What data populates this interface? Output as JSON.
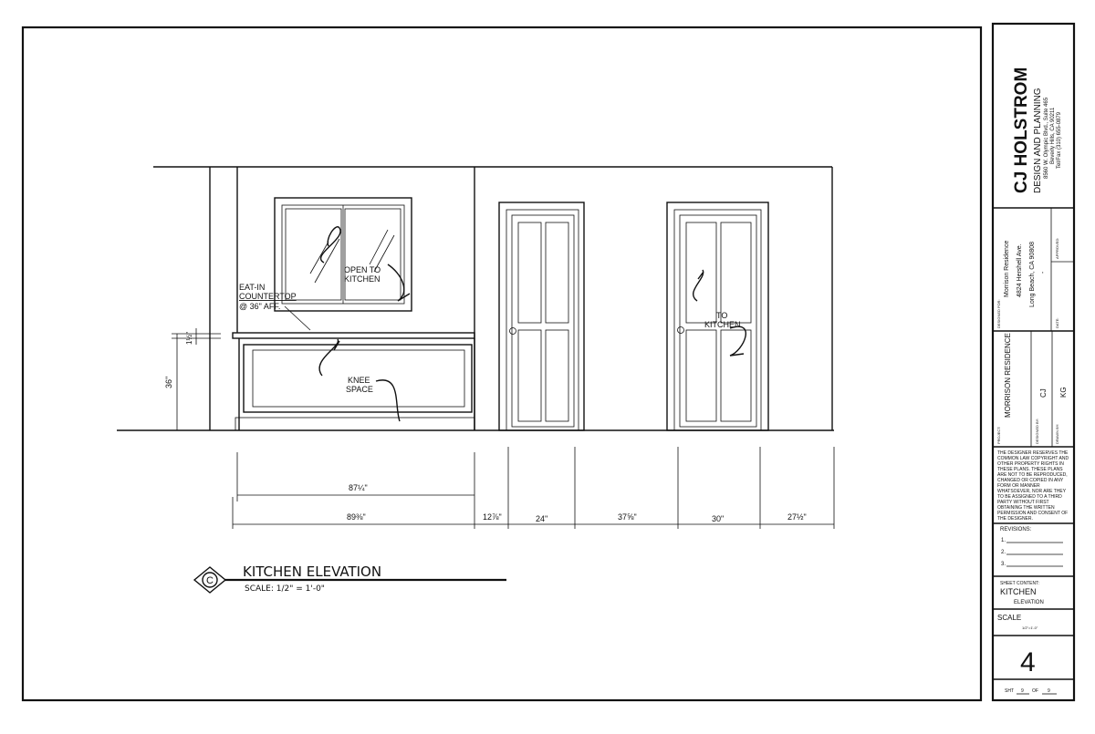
{
  "drawing": {
    "notes": {
      "eat_in_line1": "EAT-IN",
      "eat_in_line2": "COUNTERTOP",
      "eat_in_line3": "@ 36\" AFF.",
      "open_line1": "OPEN TO",
      "open_line2": "KITCHEN",
      "knee_line1": "KNEE",
      "knee_line2": "SPACE",
      "to_line1": "TO",
      "to_line2": "KITCHEN"
    },
    "heights": {
      "counter": "36\"",
      "top": "1½\""
    },
    "upper_dims": [
      "87¼\""
    ],
    "lower_dims": [
      "89⅜\"",
      "12⅞\"",
      "24\"",
      "37⅝\"",
      "30\"",
      "27½\""
    ],
    "detail": {
      "marker": "C",
      "title": "KITCHEN ELEVATION",
      "scale": "SCALE: 1/2\" = 1'-0\""
    }
  },
  "title_block": {
    "company": "CJ HOLSTROM",
    "subtitle": "DESIGN AND PLANNING",
    "address1": "8560 W. Olympic Blvd., Suite 465",
    "address2": "Beverly Hills, CA 90211",
    "phone": "Tel/Fax (310) 655-0879",
    "designed_for_label": "DESIGNED FOR:",
    "client1": "Morrison Residence",
    "client2": "4824 Hershell Ave.",
    "client3": "Long Beach, CA 90808",
    "client4": "-",
    "date_label": "DATE:",
    "approved_label": "APPROVED:",
    "project_label": "PROJECT:",
    "project_name": "MORRISON RESIDENCE",
    "designed_by_label": "DESIGNED BY:",
    "designed_by": "CJ",
    "drawn_by_label": "DRAWN BY:",
    "drawn_by": "KG",
    "legal": [
      "THE DESIGNER RESERVES THE",
      "COMMON LAW COPYRIGHT AND",
      "OTHER PROPERTY RIGHTS IN",
      "THESE PLANS. THESE PLANS",
      "ARE NOT TO BE REPRODUCED,",
      "CHANGED OR COPIED IN ANY",
      "FORM OR MANNER",
      "WHATSOEVER, NOR ARE THEY",
      "TO BE ASSIGNED TO A THIRD",
      "PARTY WITHOUT FIRST",
      "OBTAINING THE WRITTEN",
      "PERMISSION AND CONSENT OF",
      "THE DESIGNER."
    ],
    "revisions_label": "REVISIONS:",
    "revisions": [
      "1.",
      "2.",
      "3."
    ],
    "sheet_content_label": "SHEET CONTENT:",
    "sheet_content": "KITCHEN",
    "sheet_content_sub": "ELEVATION",
    "scale_label": "SCALE",
    "scale_value": "1/2\"=1'-0\"",
    "sheet_number": "4",
    "sht_label": "SHT",
    "sht_value": "9",
    "of_label": "OF",
    "of_value": "9"
  }
}
